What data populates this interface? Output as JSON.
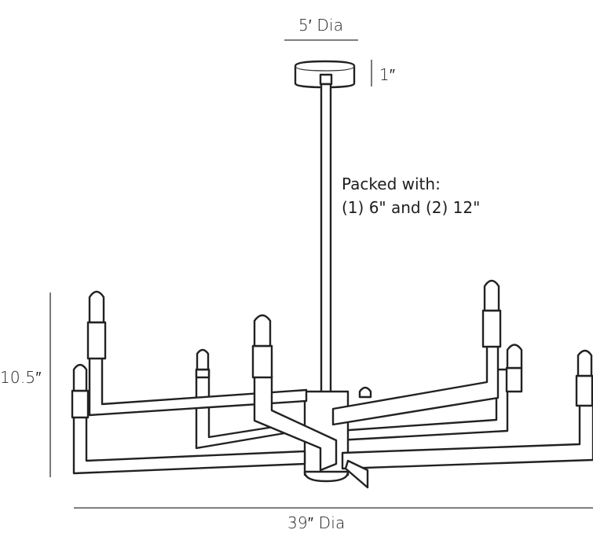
{
  "dimensions": {
    "canopy_diameter": "5′ Dia",
    "canopy_height": "1″",
    "fixture_height": "10.5″",
    "fixture_diameter": "39″ Dia"
  },
  "note": {
    "line1": "Packed with:",
    "line2": "(1) 6\" and (2) 12\""
  },
  "colors": {
    "line": "#222222",
    "background": "#ffffff"
  }
}
